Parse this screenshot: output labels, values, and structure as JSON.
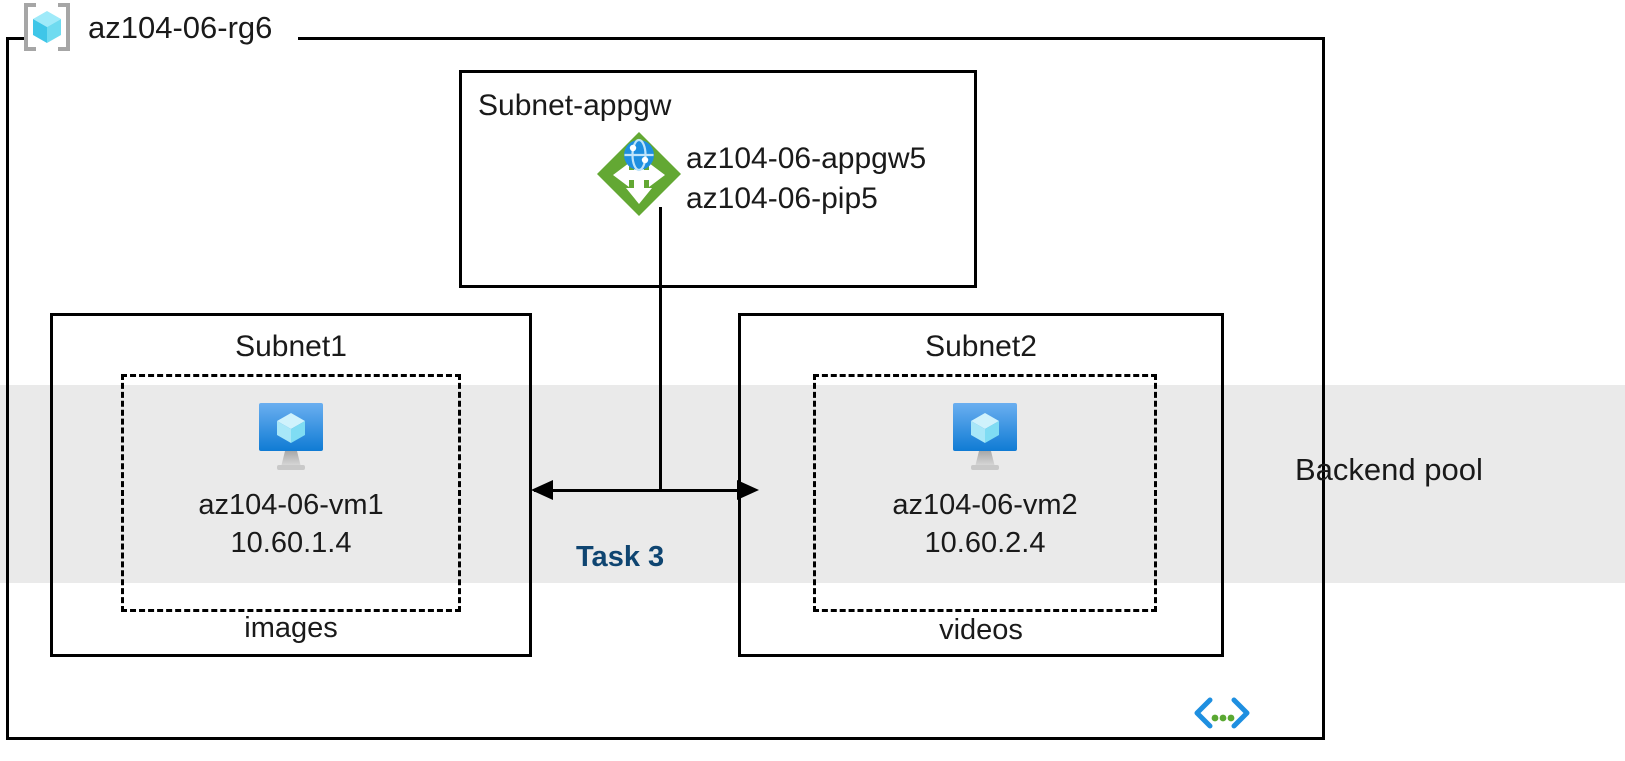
{
  "diagram": {
    "resource_group": {
      "name": "az104-06-rg6",
      "icon": "resource-group-cube-icon"
    },
    "backend_pool": {
      "label": "Backend pool",
      "band_color": "#EAEAEA"
    },
    "task": {
      "label": "Task 3",
      "color": "#0F4571"
    },
    "subnets": [
      {
        "id": "subnet-appgw",
        "title": "Subnet-appgw",
        "resources": [
          {
            "icon": "application-gateway-icon",
            "labels": [
              "az104-06-appgw5",
              "az104-06-pip5"
            ]
          }
        ]
      },
      {
        "id": "subnet1",
        "title": "Subnet1",
        "vm": {
          "icon": "virtual-machine-icon",
          "name": "az104-06-vm1",
          "ip": "10.60.1.4"
        },
        "pool_label": "images"
      },
      {
        "id": "subnet2",
        "title": "Subnet2",
        "vm": {
          "icon": "virtual-machine-icon",
          "name": "az104-06-vm2",
          "ip": "10.60.2.4"
        },
        "pool_label": "videos"
      }
    ],
    "appgw_labels": {
      "line1": "az104-06-appgw5",
      "line2": "az104-06-pip5"
    },
    "vnet_icon": {
      "name": "virtual-network-code-icon",
      "bracket_color": "#1E8FE0",
      "dot_color": "#5AA832"
    },
    "colors": {
      "border": "#000000",
      "appgw_green": "#63A833",
      "vm_blue": "#2E8BE0",
      "cube_cyan": "#7BDFF7"
    }
  }
}
